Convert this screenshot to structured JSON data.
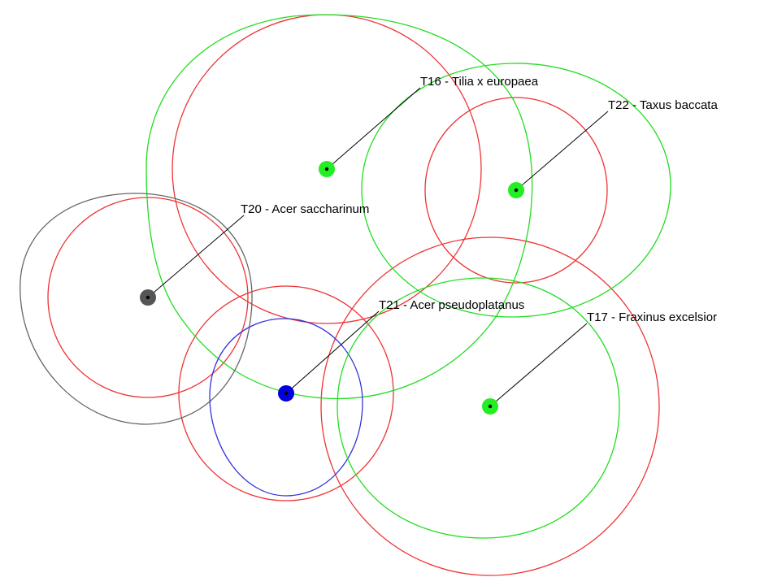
{
  "colors": {
    "canopy_outline": "#22dd22",
    "root_protection_area": "#ee3333",
    "canopy_outline_T20": "#666666",
    "canopy_outline_T21": "#3333dd",
    "trunk_marker_default": "#22ee22",
    "trunk_marker_T20": "#555555",
    "trunk_marker_T21": "#0000dd"
  },
  "trees": [
    {
      "id": "T16",
      "label": "T16 - Tilia x europaea"
    },
    {
      "id": "T22",
      "label": "T22 - Taxus baccata"
    },
    {
      "id": "T20",
      "label": "T20 - Acer saccharinum"
    },
    {
      "id": "T21",
      "label": "T21 - Acer pseudoplatanus"
    },
    {
      "id": "T17",
      "label": "T17 - Fraxinus excelsior"
    }
  ]
}
